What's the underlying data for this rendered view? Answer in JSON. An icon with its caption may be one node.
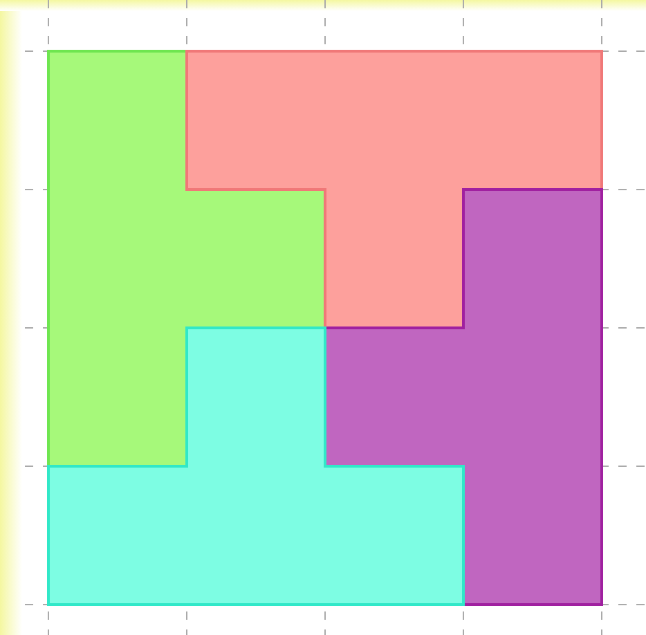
{
  "diagram": {
    "nodes": [
      {
        "text": [],
        "shape": "polygon"
      },
      {
        "text": [],
        "shape": "polygon"
      },
      {
        "text": [],
        "shape": "polygon"
      },
      {
        "text": [],
        "shape": "polygon"
      }
    ]
  }
}
